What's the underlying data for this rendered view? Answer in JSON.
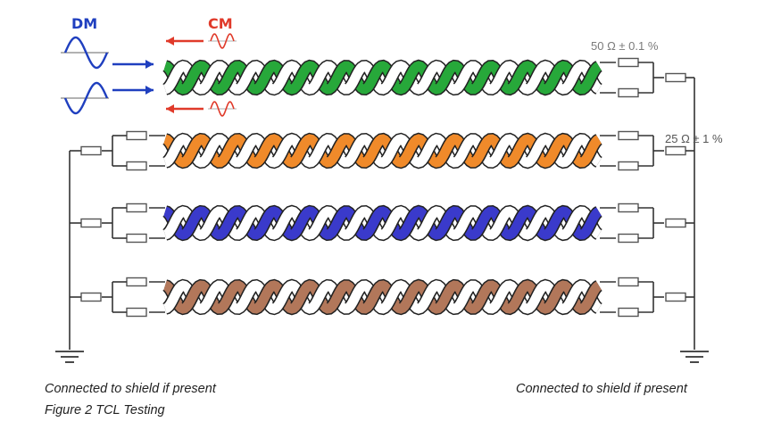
{
  "diagram": {
    "dm_label": "DM",
    "cm_label": "CM",
    "resistor_50_label": "50 Ω ± 0.1 %",
    "resistor_25_label": "25 Ω ± 1 %"
  },
  "pairs": [
    {
      "name": "green",
      "color": "#27a83a"
    },
    {
      "name": "orange",
      "color": "#f08a2a"
    },
    {
      "name": "blue",
      "color": "#3a3acb"
    },
    {
      "name": "brown",
      "color": "#b2775a"
    }
  ],
  "colors": {
    "dm_accent": "#1f3fbf",
    "cm_accent": "#e03a2a",
    "wire": "#333333",
    "resistor_stroke": "#555555"
  },
  "captions": {
    "left_shield": "Connected to shield if present",
    "right_shield": "Connected to shield if present",
    "figure": "Figure 2 TCL Testing"
  }
}
